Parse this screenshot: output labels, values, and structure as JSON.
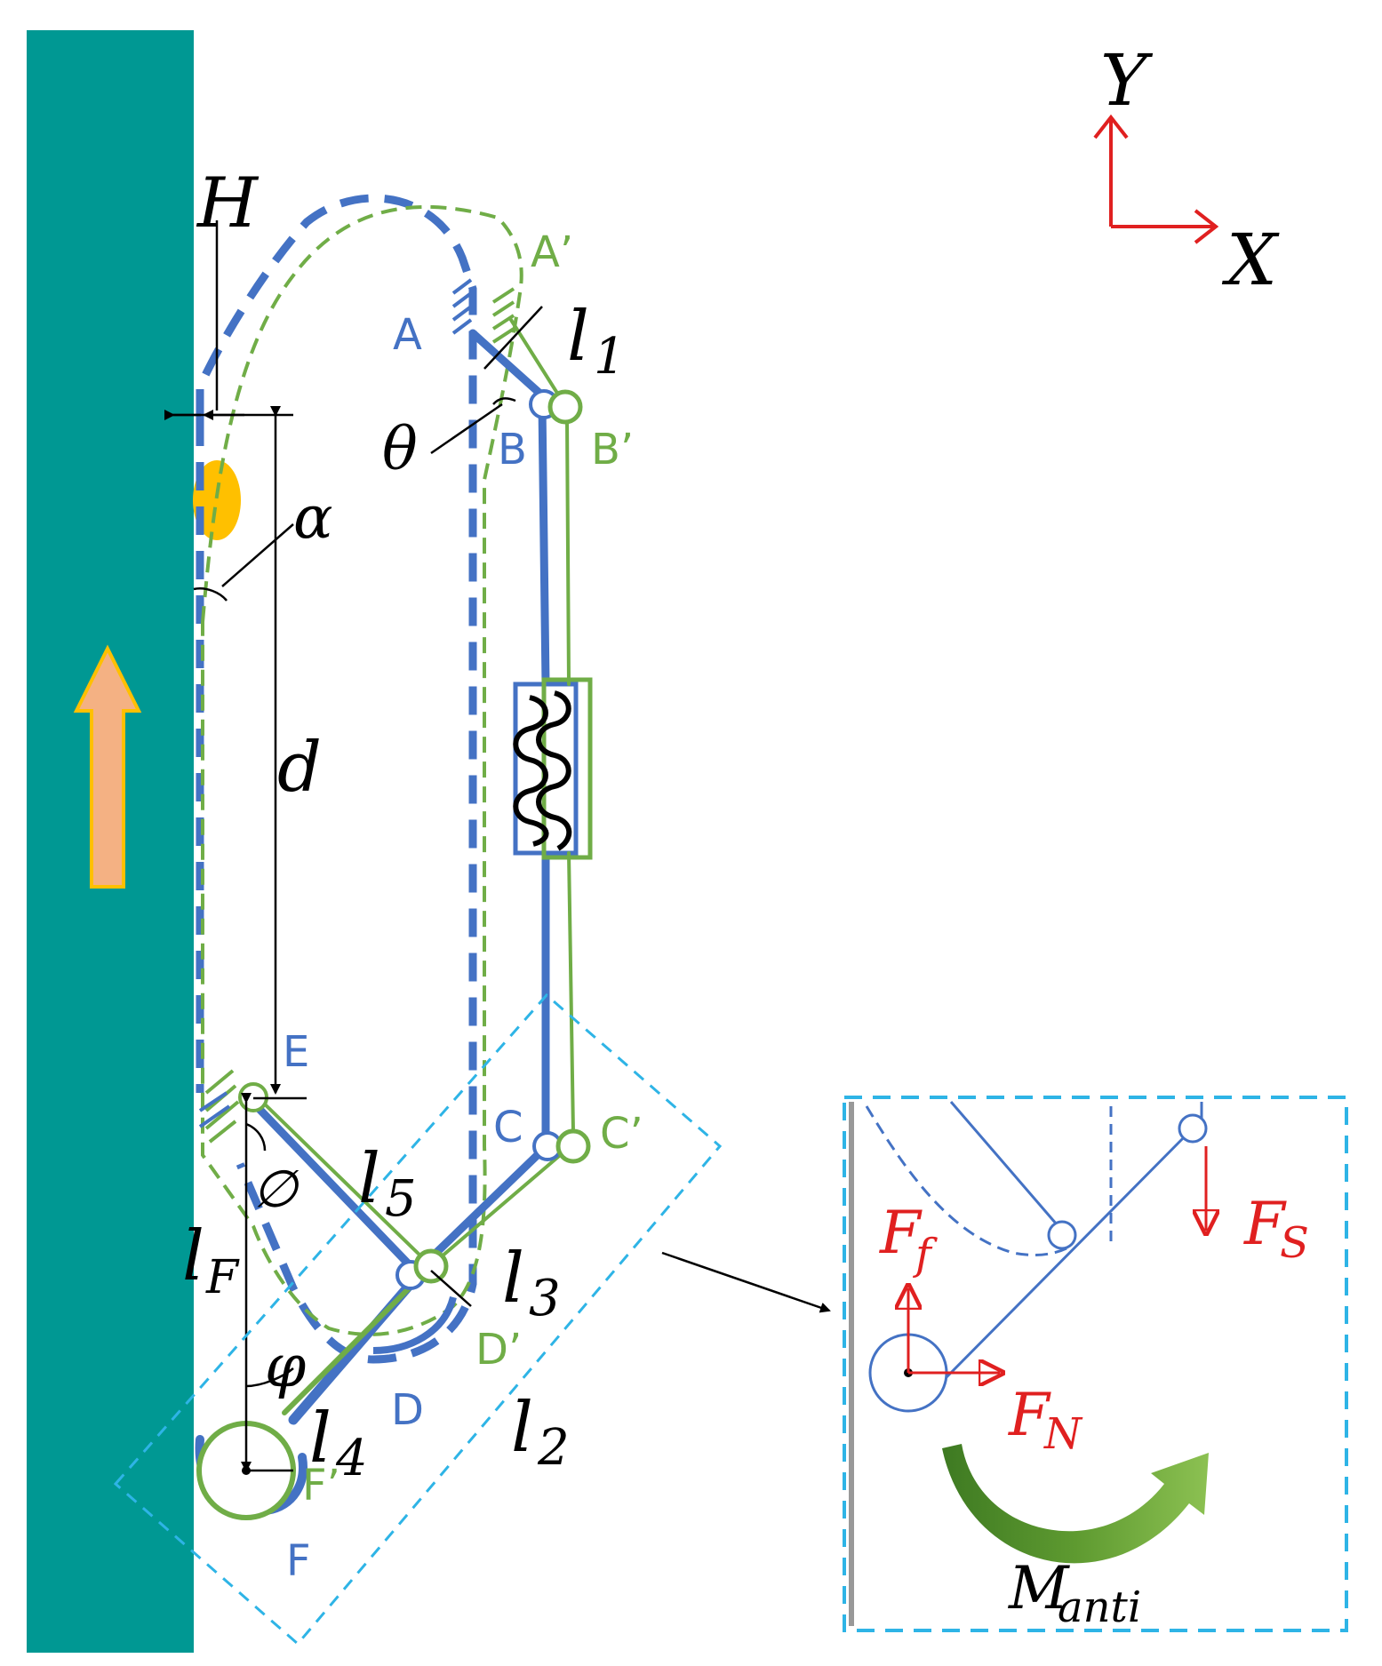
{
  "axes": {
    "y_label": "Y",
    "x_label": "X"
  },
  "points_blue": {
    "A": "A",
    "B": "B",
    "C": "C",
    "D": "D",
    "E": "E",
    "F": "F"
  },
  "points_green": {
    "A": "A’",
    "B": "B’",
    "C": "C’",
    "D": "D’",
    "F": "F’"
  },
  "dimensions": {
    "H": "H",
    "d": "d",
    "l1": "l",
    "l1_sub": "1",
    "l2": "l",
    "l2_sub": "2",
    "l3": "l",
    "l3_sub": "3",
    "l4": "l",
    "l4_sub": "4",
    "l5": "l",
    "l5_sub": "5",
    "lF": "l",
    "lF_sub": "F"
  },
  "angles": {
    "theta": "θ",
    "alpha": "α",
    "phi_var": "φ",
    "phi_empty": "∅"
  },
  "inset": {
    "Fs": "F",
    "Fs_sub": "S",
    "Ff": "F",
    "Ff_sub": "f",
    "FN": "F",
    "FN_sub": "N",
    "M": "M",
    "M_sub": "anti"
  },
  "colors": {
    "wall": "#009893",
    "blue": "#4472C4",
    "green": "#70AD47",
    "red": "#E02020",
    "cyan_dash": "#2EB4E6",
    "arrow_fill": "#F4B183",
    "arrow_stroke": "#FFC000",
    "contact_dot": "#FFC000"
  }
}
